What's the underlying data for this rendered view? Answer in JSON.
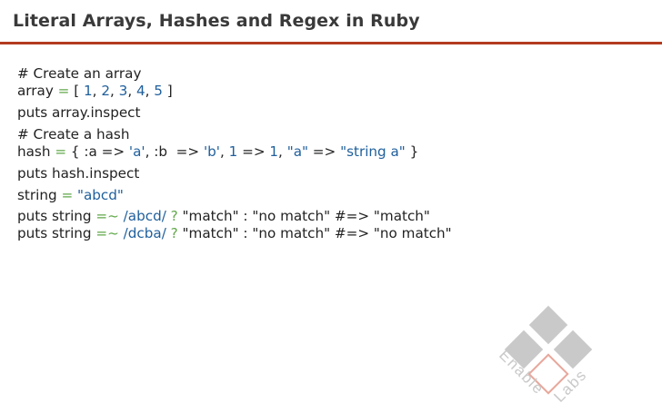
{
  "slide": {
    "title": "Literal Arrays, Hashes and Regex in Ruby"
  },
  "code": {
    "arr_comment": "# Create an array",
    "arr_var": "array ",
    "arr_eq": "=",
    "arr_open": " [ ",
    "arr_n1": "1",
    "arr_c1": ", ",
    "arr_n2": "2",
    "arr_c2": ", ",
    "arr_n3": "3",
    "arr_c3": ", ",
    "arr_n4": "4",
    "arr_c4": ", ",
    "arr_n5": "5",
    "arr_close": " ]",
    "puts_array": "puts array.inspect",
    "hash_comment": "# Create a hash",
    "hash_var": "hash ",
    "hash_eq": "=",
    "hash_p1": " { :a => ",
    "hash_s1": "'a'",
    "hash_p2": ", :b  => ",
    "hash_s2": "'b'",
    "hash_p3": ", ",
    "hash_n1": "1",
    "hash_p4": " => ",
    "hash_n2": "1",
    "hash_p5": ", ",
    "hash_s3": "\"a\"",
    "hash_p6": " => ",
    "hash_s4": "\"string a\"",
    "hash_close": " }",
    "puts_hash": "puts hash.inspect",
    "str_var": "string ",
    "str_eq": "=",
    "str_sp": " ",
    "str_val": "\"abcd\"",
    "m1_pre": "puts string ",
    "m1_op": "=~",
    "m1_sp": " ",
    "m1_re": "/abcd/",
    "m1_sp2": " ",
    "m1_q": "?",
    "m1_rest": " \"match\" : \"no match\" #=> \"match\"",
    "m2_pre": "puts string ",
    "m2_op": "=~",
    "m2_sp": " ",
    "m2_re": "/dcba/",
    "m2_sp2": " ",
    "m2_q": "?",
    "m2_rest": " \"match\" : \"no match\" #=> \"no match\""
  },
  "branding": {
    "logo_text_1": "Enable",
    "logo_text_2": "Labs"
  },
  "colors": {
    "accent_rule": "#b23a1e",
    "title": "#3a3a3a",
    "operator_green": "#62a84b",
    "literal_blue": "#1f5f9c",
    "logo_gray": "#c9c9c9",
    "logo_red": "#e8a79b"
  }
}
